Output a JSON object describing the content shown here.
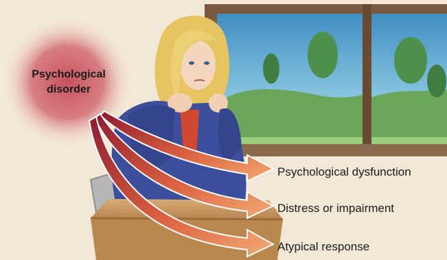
{
  "center": {
    "line1": "Psychological",
    "line2": "disorder"
  },
  "criteria": [
    {
      "label": "Psychological dysfunction"
    },
    {
      "label": "Distress or impairment"
    },
    {
      "label": "Atypical response"
    }
  ],
  "colors": {
    "glow": "#c6525e",
    "arrow_dark": "#8e1a30",
    "arrow_light": "#f0a070",
    "window_frame": "#7a5a40",
    "sky": "#5fa8d0",
    "jacket": "#3d4f9c",
    "hair": "#e6c460",
    "desk": "#c99a63"
  }
}
